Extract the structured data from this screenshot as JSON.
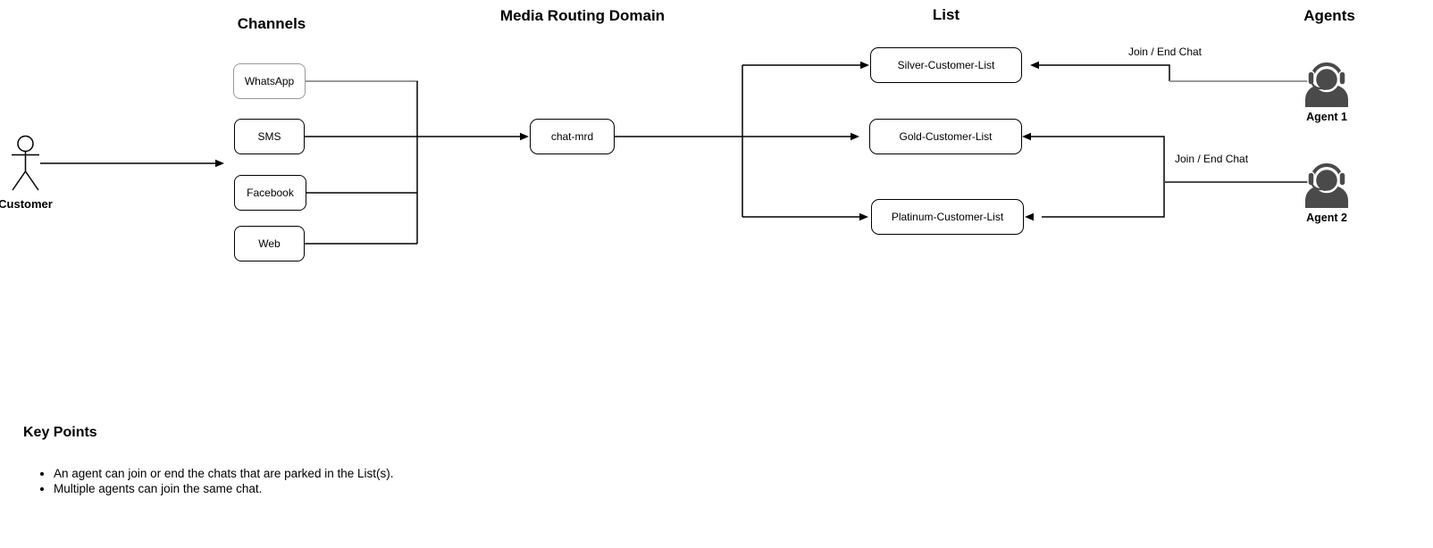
{
  "colors": {
    "line_black": "#000000",
    "line_gray": "#999999",
    "line_dark_gray": "#4d4d4d",
    "icon_gray": "#4a4a4a",
    "background": "#ffffff"
  },
  "diagram": {
    "actor": {
      "label": "Customer"
    },
    "sections": {
      "channels": "Channels",
      "mrd": "Media Routing Domain",
      "list": "List",
      "agents": "Agents"
    },
    "channels": [
      {
        "label": "WhatsApp"
      },
      {
        "label": "SMS"
      },
      {
        "label": "Facebook"
      },
      {
        "label": "Web"
      }
    ],
    "mrd_node": {
      "label": "chat-mrd"
    },
    "lists": [
      {
        "label": "Silver-Customer-List"
      },
      {
        "label": "Gold-Customer-List"
      },
      {
        "label": "Platinum-Customer-List"
      }
    ],
    "agents": [
      {
        "label": "Agent 1"
      },
      {
        "label": "Agent 2"
      }
    ],
    "edge_labels": [
      {
        "label": "Join / End Chat"
      },
      {
        "label": "Join / End Chat"
      }
    ]
  },
  "key_points": {
    "heading": "Key Points",
    "bullets": [
      "An agent can join or end the chats that are parked in the List(s).",
      "Multiple agents can join the same chat."
    ]
  }
}
